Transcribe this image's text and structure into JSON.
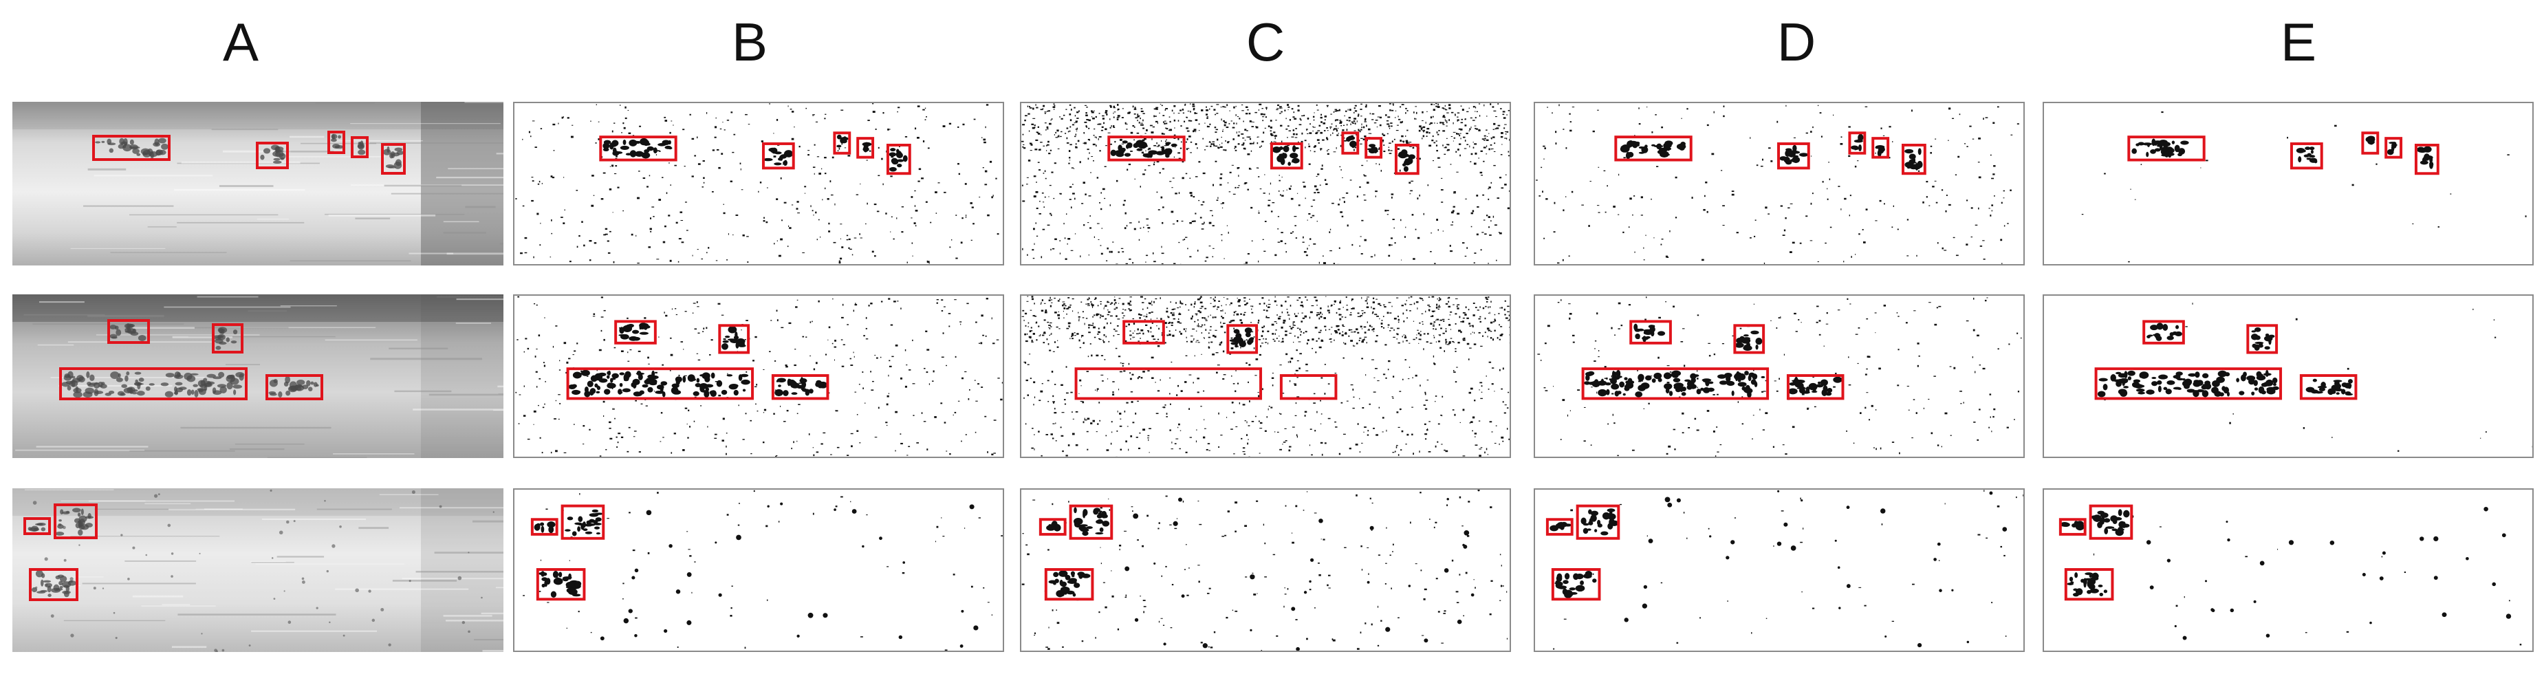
{
  "columns": {
    "a": {
      "label": "A"
    },
    "b": {
      "label": "B"
    },
    "c": {
      "label": "C"
    },
    "d": {
      "label": "D"
    },
    "e": {
      "label": "E"
    }
  },
  "colors": {
    "box": "#e0141c",
    "blob": "#111111",
    "background": "#ffffff",
    "border": "#8a8a8a"
  }
}
